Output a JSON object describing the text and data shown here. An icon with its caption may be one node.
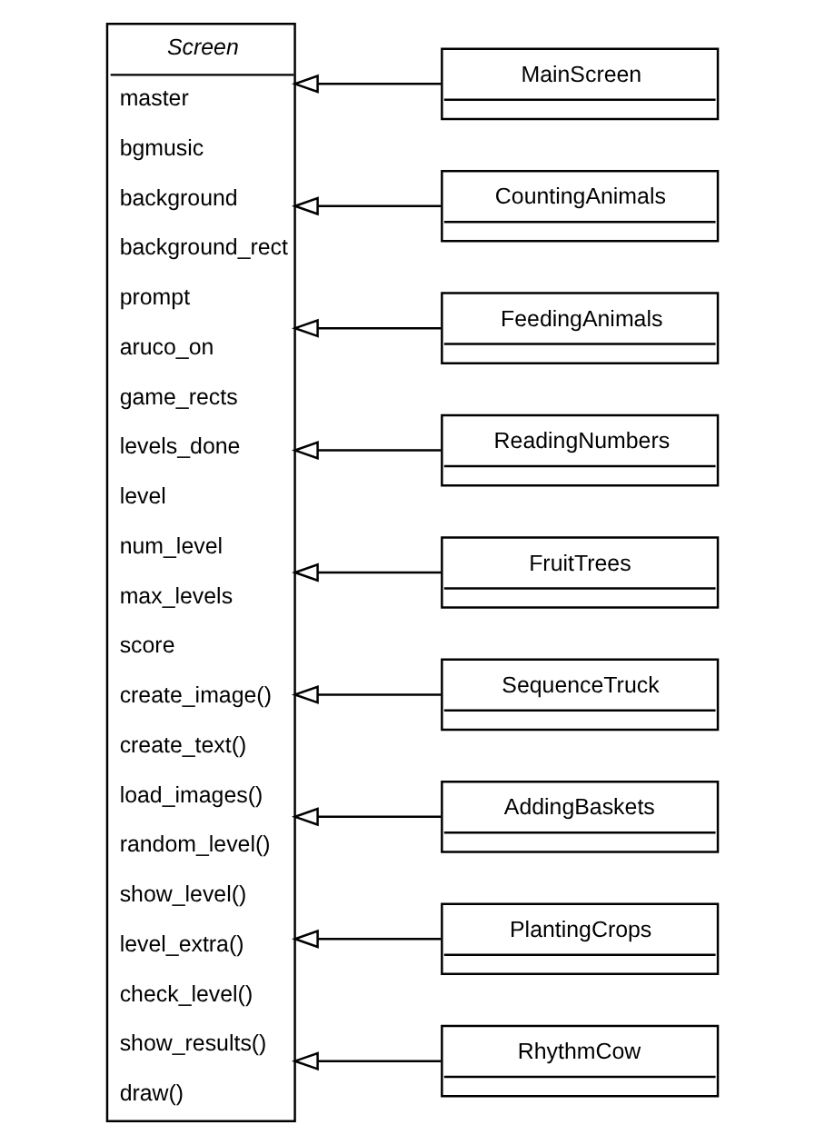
{
  "diagram": {
    "nodes": [
      {
        "text": [
          "Screen",
          "master",
          "bgmusic",
          "background",
          "background_rect",
          "prompt",
          "aruco_on",
          "game_rects",
          "levels_done",
          "level",
          "num_level",
          "max_levels",
          "score",
          "create_image()",
          "create_text()",
          "load_images()",
          "random_level()",
          "show_level()",
          "level_extra()",
          "check_level()",
          "show_results()",
          "draw()"
        ]
      },
      {
        "text": [
          "MainScreen"
        ]
      },
      {
        "text": [
          "CountingAnimals"
        ]
      },
      {
        "text": [
          "FeedingAnimals"
        ]
      },
      {
        "text": [
          "ReadingNumbers"
        ]
      },
      {
        "text": [
          "FruitTrees"
        ]
      },
      {
        "text": [
          "SequenceTruck"
        ]
      },
      {
        "text": [
          "AddingBaskets"
        ]
      },
      {
        "text": [
          "PlantingCrops"
        ]
      },
      {
        "text": [
          "RhythmCow"
        ]
      }
    ],
    "edges": [
      {
        "from": 1,
        "to": 0,
        "arrow": "to"
      },
      {
        "from": 2,
        "to": 0,
        "arrow": "to"
      },
      {
        "from": 3,
        "to": 0,
        "arrow": "to"
      },
      {
        "from": 4,
        "to": 0,
        "arrow": "to"
      },
      {
        "from": 5,
        "to": 0,
        "arrow": "to"
      },
      {
        "from": 6,
        "to": 0,
        "arrow": "to"
      },
      {
        "from": 7,
        "to": 0,
        "arrow": "to"
      },
      {
        "from": 8,
        "to": 0,
        "arrow": "to"
      },
      {
        "from": 9,
        "to": 0,
        "arrow": "to"
      }
    ]
  }
}
